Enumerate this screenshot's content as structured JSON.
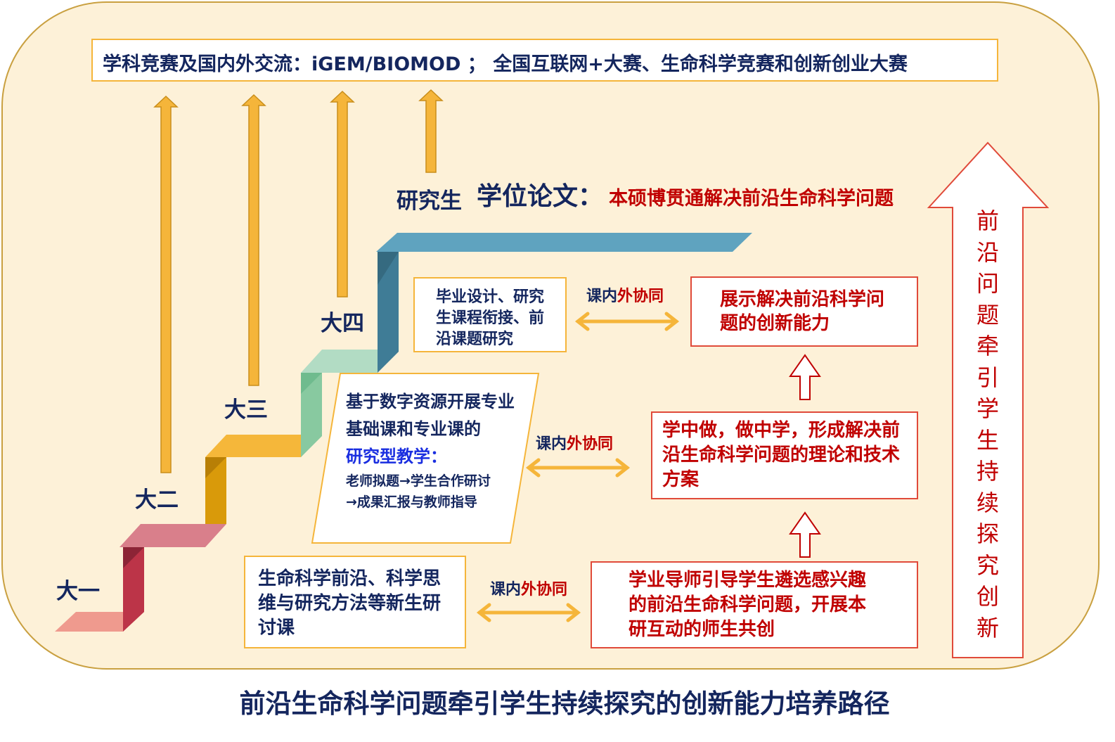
{
  "top_banner": "学科竞赛及国内外交流：iGEM/BIOMOD ； 全国互联网+大赛、生命科学竞赛和创新创业大赛",
  "grad": {
    "label": "研究生",
    "thesis_label": "学位论文：",
    "thesis_text": "本硕博贯通解决前沿生命科学问题"
  },
  "years": [
    "大一",
    "大二",
    "大三",
    "大四"
  ],
  "left_boxes": {
    "y1": "生命科学前沿、科学思维与研究方法等新生研讨课",
    "y23_main": "基于数字资源开展专业基础课和专业课的",
    "y23_highlight": "研究型教学：",
    "y23_sub1": "老师拟题→学生合作研讨",
    "y23_sub2": "→成果汇报与教师指导",
    "y4": "毕业设计、研究生课程衔接、前沿课题研究"
  },
  "link": {
    "part1": "课内",
    "part2": "外协同"
  },
  "right_boxes": {
    "b1": "学业导师引导学生遴选感兴趣的前沿生命科学问题，开展本研互动的师生共创",
    "b2": "学中做，做中学，形成解决前沿生命科学问题的理论和技术方案",
    "b3": "展示解决前沿科学问题的创新能力"
  },
  "side_arrow": [
    "前",
    "沿",
    "问",
    "题",
    "牵",
    "引",
    "学",
    "生",
    "持",
    "续",
    "探",
    "究",
    "创",
    "新"
  ],
  "caption": "前沿生命科学问题牵引学生持续探究的创新能力培养路径",
  "colors": {
    "navy": "#14265e",
    "red": "#c00000",
    "orange": "#f5b53a",
    "bg": "#fdf1d8"
  }
}
